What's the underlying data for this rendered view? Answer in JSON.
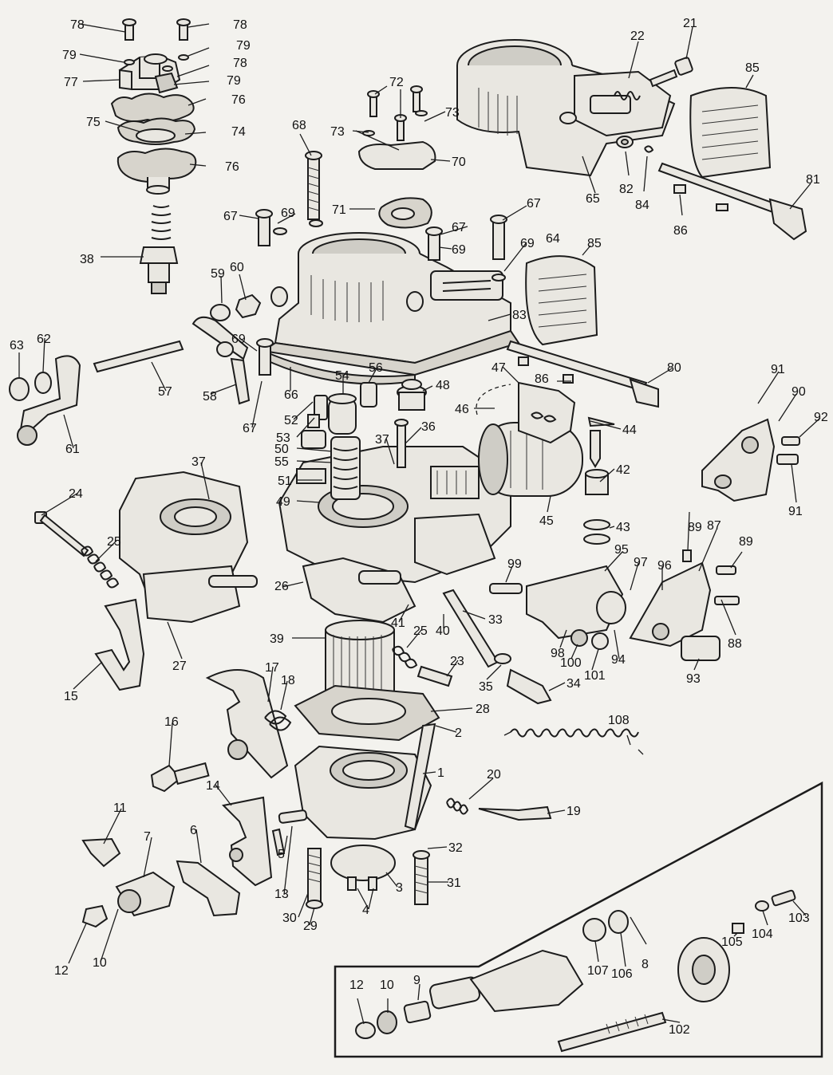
{
  "diagram": {
    "callouts": [
      {
        "id": "1",
        "text": "1"
      },
      {
        "id": "2",
        "text": "2"
      },
      {
        "id": "3",
        "text": "3"
      },
      {
        "id": "4",
        "text": "4"
      },
      {
        "id": "5",
        "text": "5"
      },
      {
        "id": "6",
        "text": "6"
      },
      {
        "id": "7",
        "text": "7"
      },
      {
        "id": "8",
        "text": "8"
      },
      {
        "id": "9",
        "text": "9"
      },
      {
        "id": "10a",
        "text": "10"
      },
      {
        "id": "10b",
        "text": "10"
      },
      {
        "id": "11",
        "text": "11"
      },
      {
        "id": "12a",
        "text": "12"
      },
      {
        "id": "12b",
        "text": "12"
      },
      {
        "id": "13",
        "text": "13"
      },
      {
        "id": "14",
        "text": "14"
      },
      {
        "id": "15",
        "text": "15"
      },
      {
        "id": "16",
        "text": "16"
      },
      {
        "id": "17",
        "text": "17"
      },
      {
        "id": "18",
        "text": "18"
      },
      {
        "id": "19",
        "text": "19"
      },
      {
        "id": "20",
        "text": "20"
      },
      {
        "id": "21",
        "text": "21"
      },
      {
        "id": "22",
        "text": "22"
      },
      {
        "id": "23",
        "text": "23"
      },
      {
        "id": "24",
        "text": "24"
      },
      {
        "id": "25a",
        "text": "25"
      },
      {
        "id": "25b",
        "text": "25"
      },
      {
        "id": "26",
        "text": "26"
      },
      {
        "id": "27",
        "text": "27"
      },
      {
        "id": "28",
        "text": "28"
      },
      {
        "id": "29",
        "text": "29"
      },
      {
        "id": "30",
        "text": "30"
      },
      {
        "id": "31",
        "text": "31"
      },
      {
        "id": "32",
        "text": "32"
      },
      {
        "id": "33",
        "text": "33"
      },
      {
        "id": "34",
        "text": "34"
      },
      {
        "id": "35",
        "text": "35"
      },
      {
        "id": "36",
        "text": "36"
      },
      {
        "id": "37a",
        "text": "37"
      },
      {
        "id": "37b",
        "text": "37"
      },
      {
        "id": "38",
        "text": "38"
      },
      {
        "id": "39",
        "text": "39"
      },
      {
        "id": "40",
        "text": "40"
      },
      {
        "id": "41",
        "text": "41"
      },
      {
        "id": "42",
        "text": "42"
      },
      {
        "id": "43",
        "text": "43"
      },
      {
        "id": "44",
        "text": "44"
      },
      {
        "id": "45",
        "text": "45"
      },
      {
        "id": "46",
        "text": "46"
      },
      {
        "id": "47",
        "text": "47"
      },
      {
        "id": "48",
        "text": "48"
      },
      {
        "id": "49",
        "text": "49"
      },
      {
        "id": "50",
        "text": "50"
      },
      {
        "id": "51",
        "text": "51"
      },
      {
        "id": "52",
        "text": "52"
      },
      {
        "id": "53",
        "text": "53"
      },
      {
        "id": "54",
        "text": "54"
      },
      {
        "id": "55",
        "text": "55"
      },
      {
        "id": "56",
        "text": "56"
      },
      {
        "id": "57",
        "text": "57"
      },
      {
        "id": "58",
        "text": "58"
      },
      {
        "id": "59",
        "text": "59"
      },
      {
        "id": "60",
        "text": "60"
      },
      {
        "id": "61",
        "text": "61"
      },
      {
        "id": "62",
        "text": "62"
      },
      {
        "id": "63",
        "text": "63"
      },
      {
        "id": "64",
        "text": "64"
      },
      {
        "id": "65",
        "text": "65"
      },
      {
        "id": "66",
        "text": "66"
      },
      {
        "id": "67a",
        "text": "67"
      },
      {
        "id": "67b",
        "text": "67"
      },
      {
        "id": "67c",
        "text": "67"
      },
      {
        "id": "67d",
        "text": "67"
      },
      {
        "id": "68",
        "text": "68"
      },
      {
        "id": "69a",
        "text": "69"
      },
      {
        "id": "69b",
        "text": "69"
      },
      {
        "id": "69c",
        "text": "69"
      },
      {
        "id": "69d",
        "text": "69"
      },
      {
        "id": "70",
        "text": "70"
      },
      {
        "id": "71",
        "text": "71"
      },
      {
        "id": "72",
        "text": "72"
      },
      {
        "id": "73a",
        "text": "73"
      },
      {
        "id": "73b",
        "text": "73"
      },
      {
        "id": "74",
        "text": "74"
      },
      {
        "id": "75",
        "text": "75"
      },
      {
        "id": "76a",
        "text": "76"
      },
      {
        "id": "76b",
        "text": "76"
      },
      {
        "id": "77",
        "text": "77"
      },
      {
        "id": "78a",
        "text": "78"
      },
      {
        "id": "78b",
        "text": "78"
      },
      {
        "id": "78c",
        "text": "78"
      },
      {
        "id": "79a",
        "text": "79"
      },
      {
        "id": "79b",
        "text": "79"
      },
      {
        "id": "79c",
        "text": "79"
      },
      {
        "id": "80",
        "text": "80"
      },
      {
        "id": "81",
        "text": "81"
      },
      {
        "id": "82",
        "text": "82"
      },
      {
        "id": "83",
        "text": "83"
      },
      {
        "id": "84",
        "text": "84"
      },
      {
        "id": "85a",
        "text": "85"
      },
      {
        "id": "85b",
        "text": "85"
      },
      {
        "id": "86a",
        "text": "86"
      },
      {
        "id": "86b",
        "text": "86"
      },
      {
        "id": "87",
        "text": "87"
      },
      {
        "id": "88",
        "text": "88"
      },
      {
        "id": "89a",
        "text": "89"
      },
      {
        "id": "89b",
        "text": "89"
      },
      {
        "id": "90",
        "text": "90"
      },
      {
        "id": "91a",
        "text": "91"
      },
      {
        "id": "91b",
        "text": "91"
      },
      {
        "id": "92",
        "text": "92"
      },
      {
        "id": "93",
        "text": "93"
      },
      {
        "id": "94",
        "text": "94"
      },
      {
        "id": "95",
        "text": "95"
      },
      {
        "id": "96",
        "text": "96"
      },
      {
        "id": "97",
        "text": "97"
      },
      {
        "id": "98",
        "text": "98"
      },
      {
        "id": "99",
        "text": "99"
      },
      {
        "id": "100",
        "text": "100"
      },
      {
        "id": "101",
        "text": "101"
      },
      {
        "id": "102",
        "text": "102"
      },
      {
        "id": "103",
        "text": "103"
      },
      {
        "id": "104",
        "text": "104"
      },
      {
        "id": "105",
        "text": "105"
      },
      {
        "id": "106",
        "text": "106"
      },
      {
        "id": "107",
        "text": "107"
      },
      {
        "id": "108",
        "text": "108"
      }
    ]
  }
}
